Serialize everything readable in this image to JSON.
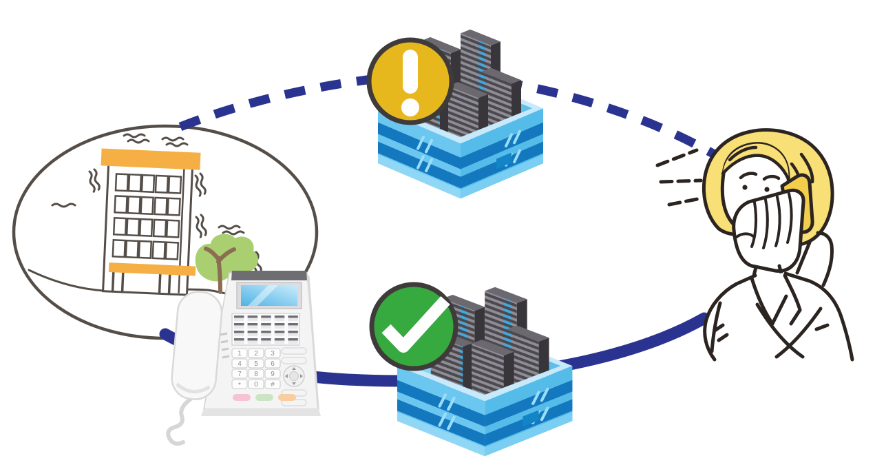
{
  "scene": {
    "kind": "illustration",
    "concept": "earthquake-site-phone-connects-via-backup-server-to-person-on-phone"
  },
  "colors": {
    "connection_navy": "#2a3490",
    "warning_yellow": "#e7b81e",
    "success_green": "#36a93f",
    "badge_border": "#3f3b3a",
    "building_orange": "#f6af44",
    "tree_green": "#a9cf70",
    "hair_yellow": "#f8e076",
    "smartphone_yellow": "#f2ce4c",
    "outline_dark": "#554e48",
    "ink": "#2b2420",
    "platform_left": "#6bc7f0",
    "platform_right": "#55bcea",
    "platform_stripe": "#1478bf",
    "platform_rim": "#c8e9fa",
    "server_dark": "#4b484e"
  },
  "bubble": {
    "icon": "shaking-building-illustration",
    "window_rows": 4,
    "window_cols": 5
  },
  "desk_phone": {
    "icon": "desk-phone-illustration",
    "keypad": [
      "1",
      "2",
      "3",
      "4",
      "5",
      "6",
      "7",
      "8",
      "9",
      "*",
      "0",
      "#"
    ]
  },
  "servers": {
    "top": {
      "badge_icon": "exclamation-icon",
      "state": "warning"
    },
    "bottom": {
      "badge_icon": "checkmark-icon",
      "state": "ok"
    }
  },
  "connections": {
    "top": {
      "style": "dashed",
      "from": "building",
      "to": "woman"
    },
    "bottom": {
      "style": "solid",
      "from": "desk-phone",
      "to": "woman"
    }
  },
  "woman": {
    "icon": "woman-talking-on-smartphone"
  }
}
